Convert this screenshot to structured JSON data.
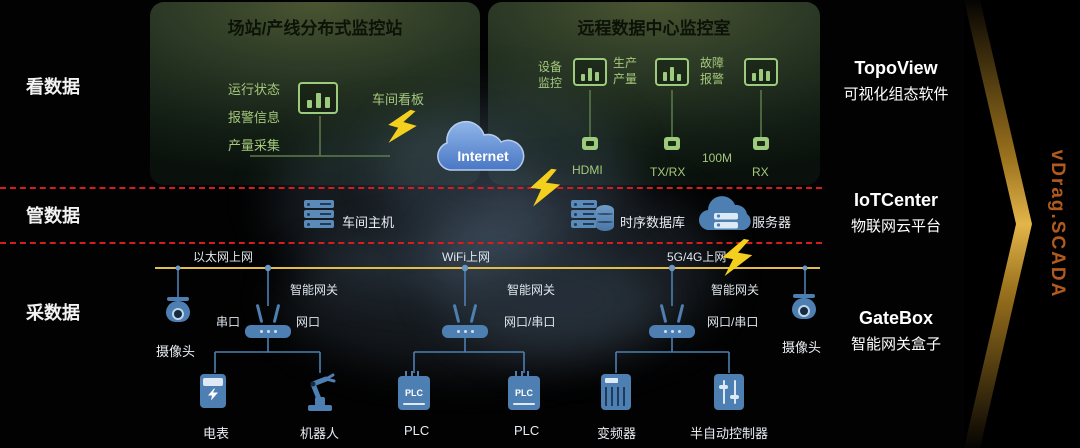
{
  "layers": {
    "view": "看数据",
    "manage": "管数据",
    "collect": "采数据"
  },
  "left_panel": {
    "title": "场站/产线分布式监控站",
    "metrics": [
      "运行状态",
      "报警信息",
      "产量采集"
    ],
    "board_label": "车间看板"
  },
  "right_panel": {
    "title": "远程数据中心监控室",
    "monitor_labels": [
      "设备监控",
      "生产产量",
      "故障报警"
    ],
    "port_labels": [
      "HDMI",
      "TX/RX",
      "100M",
      "RX"
    ]
  },
  "internet": {
    "label": "Internet"
  },
  "platform_layer": {
    "workshop_host": "车间主机",
    "timeseries_db": "时序数据库",
    "server": "服务器"
  },
  "network_bus": {
    "ethernet": "以太网上网",
    "wifi": "WiFi上网",
    "cellular": "5G/4G上网"
  },
  "gateways": {
    "gateway_label": "智能网关",
    "left_port_a": "串口",
    "left_port_b": "网口",
    "mid_ports": "网口/串口",
    "right_ports": "网口/串口"
  },
  "cameras": {
    "label": "摄像头"
  },
  "devices": {
    "labels": [
      "电表",
      "机器人",
      "PLC",
      "PLC",
      "变频器",
      "半自动控制器"
    ],
    "plc_icon_text": "PLC"
  },
  "products": [
    {
      "name": "TopoView",
      "desc": "可视化组态软件"
    },
    {
      "name": "IoTCenter",
      "desc": "物联网云平台"
    },
    {
      "name": "GateBox",
      "desc": "智能网关盒子"
    }
  ],
  "brand": "vDrag.SCADA",
  "colors": {
    "accent_green": "#a4c87c",
    "icon_blue": "#4d7fb2",
    "bus_yellow": "#e2bd4a",
    "divider_red": "#d41d1d",
    "brand_orange": "#b25a1d",
    "gold": "#e3b54a"
  }
}
